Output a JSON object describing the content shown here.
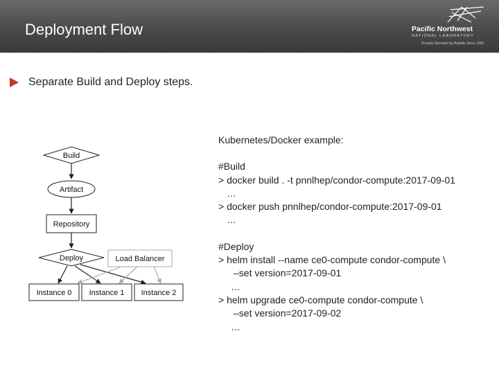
{
  "header": {
    "title": "Deployment Flow",
    "logo": {
      "name": "Pacific Northwest",
      "subtitle": "NATIONAL LABORATORY",
      "tagline": "Proudly Operated by Battelle Since 1965"
    }
  },
  "bullet": {
    "text": "Separate Build and Deploy steps."
  },
  "diagram": {
    "build": "Build",
    "artifact": "Artifact",
    "repository": "Repository",
    "deploy": "Deploy",
    "load_balancer": "Load Balancer",
    "instance0": "Instance 0",
    "instance1": "Instance 1",
    "instance2": "Instance 2",
    "colors": {
      "stroke": "#222222",
      "gray": "#aaaaaa"
    }
  },
  "code": {
    "heading": "Kubernetes/Docker example:",
    "build_title": "#Build",
    "build_cmd": "> docker build . -t pnnlhep/condor-compute:2017-09-01",
    "build_ellipsis": "…",
    "push_cmd": "> docker push pnnlhep/condor-compute:2017-09-01",
    "push_ellipsis": "…",
    "deploy_title": "#Deploy",
    "install_cmd": "> helm install --name ce0-compute condor-compute \\",
    "install_set": "–set version=2017-09-01",
    "install_ellipsis": "…",
    "upgrade_cmd": "> helm upgrade ce0-compute condor-compute \\",
    "upgrade_set": "–set version=2017-09-02",
    "upgrade_ellipsis": "…"
  }
}
